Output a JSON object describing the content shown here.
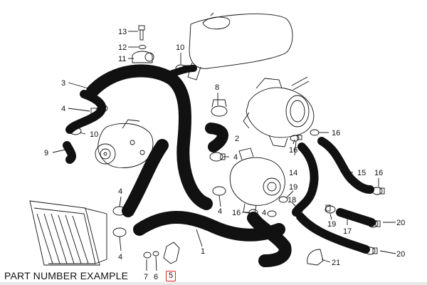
{
  "caption": "PART NUMBER EXAMPLE",
  "example_part": "5",
  "colors": {
    "line": "#111111",
    "highlight": "#d22222",
    "background": "#ffffff"
  },
  "callouts": [
    {
      "id": "c13",
      "text": "13"
    },
    {
      "id": "c12",
      "text": "12"
    },
    {
      "id": "c11",
      "text": "11"
    },
    {
      "id": "c10a",
      "text": "10"
    },
    {
      "id": "c3",
      "text": "3"
    },
    {
      "id": "c8",
      "text": "8"
    },
    {
      "id": "c4a",
      "text": "4"
    },
    {
      "id": "c10b",
      "text": "10"
    },
    {
      "id": "c2",
      "text": "2"
    },
    {
      "id": "c9",
      "text": "9"
    },
    {
      "id": "c4b",
      "text": "4"
    },
    {
      "id": "c16a",
      "text": "16"
    },
    {
      "id": "c16b",
      "text": "16"
    },
    {
      "id": "c14",
      "text": "14"
    },
    {
      "id": "c15",
      "text": "15"
    },
    {
      "id": "c16c",
      "text": "16"
    },
    {
      "id": "c4c",
      "text": "4"
    },
    {
      "id": "c19a",
      "text": "19"
    },
    {
      "id": "c18",
      "text": "18"
    },
    {
      "id": "c4d",
      "text": "4"
    },
    {
      "id": "c16d",
      "text": "16"
    },
    {
      "id": "c4e",
      "text": "4"
    },
    {
      "id": "c19b",
      "text": "19"
    },
    {
      "id": "c17",
      "text": "17"
    },
    {
      "id": "c20a",
      "text": "20"
    },
    {
      "id": "c4f",
      "text": "4"
    },
    {
      "id": "c1",
      "text": "1"
    },
    {
      "id": "c7",
      "text": "7"
    },
    {
      "id": "c6",
      "text": "6"
    },
    {
      "id": "c20b",
      "text": "20"
    },
    {
      "id": "c21",
      "text": "21"
    }
  ]
}
